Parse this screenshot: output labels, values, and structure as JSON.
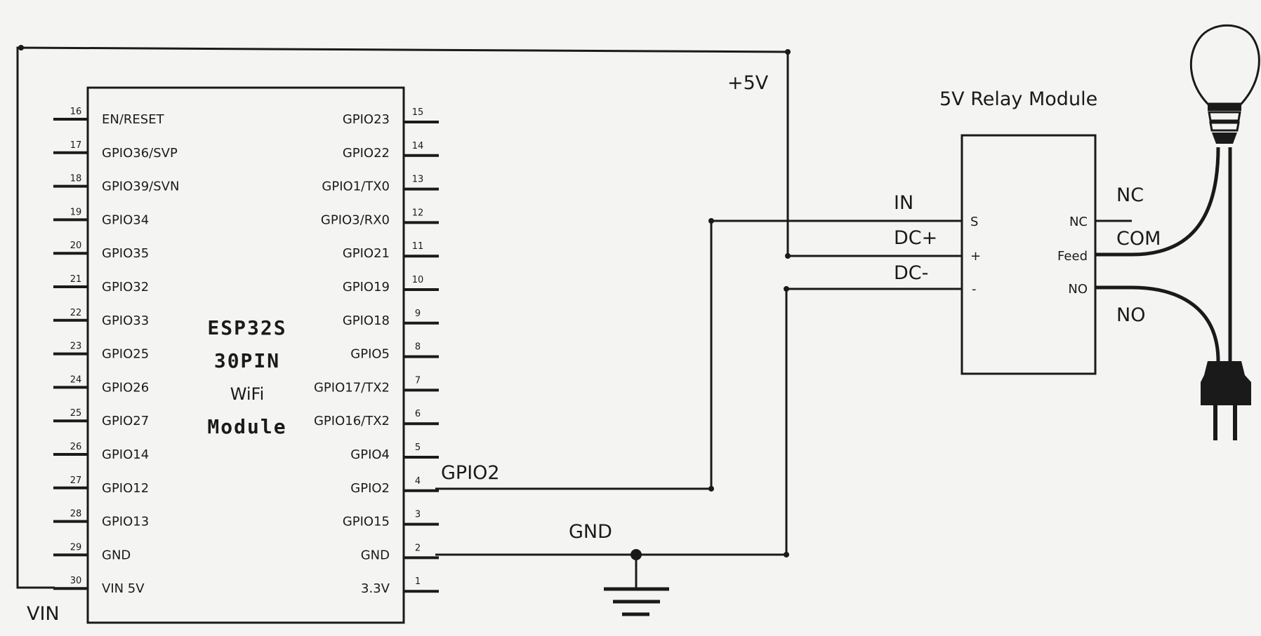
{
  "esp32": {
    "name_line1": "ESP32S",
    "name_line2": "30PIN",
    "name_line3": "WiFi",
    "name_line4": "Module",
    "left_pins": [
      {
        "num": "16",
        "label": "EN/RESET"
      },
      {
        "num": "17",
        "label": "GPIO36/SVP"
      },
      {
        "num": "18",
        "label": "GPIO39/SVN"
      },
      {
        "num": "19",
        "label": "GPIO34"
      },
      {
        "num": "20",
        "label": "GPIO35"
      },
      {
        "num": "21",
        "label": "GPIO32"
      },
      {
        "num": "22",
        "label": "GPIO33"
      },
      {
        "num": "23",
        "label": "GPIO25"
      },
      {
        "num": "24",
        "label": "GPIO26"
      },
      {
        "num": "25",
        "label": "GPIO27"
      },
      {
        "num": "26",
        "label": "GPIO14"
      },
      {
        "num": "27",
        "label": "GPIO12"
      },
      {
        "num": "28",
        "label": "GPIO13"
      },
      {
        "num": "29",
        "label": "GND"
      },
      {
        "num": "30",
        "label": "VIN 5V"
      }
    ],
    "right_pins": [
      {
        "num": "15",
        "label": "GPIO23"
      },
      {
        "num": "14",
        "label": "GPIO22"
      },
      {
        "num": "13",
        "label": "GPIO1/TX0"
      },
      {
        "num": "12",
        "label": "GPIO3/RX0"
      },
      {
        "num": "11",
        "label": "GPIO21"
      },
      {
        "num": "10",
        "label": "GPIO19"
      },
      {
        "num": "9",
        "label": "GPIO18"
      },
      {
        "num": "8",
        "label": "GPIO5"
      },
      {
        "num": "7",
        "label": "GPIO17/TX2"
      },
      {
        "num": "6",
        "label": "GPIO16/TX2"
      },
      {
        "num": "5",
        "label": "GPIO4"
      },
      {
        "num": "4",
        "label": "GPIO2"
      },
      {
        "num": "3",
        "label": "GPIO15"
      },
      {
        "num": "2",
        "label": "GND"
      },
      {
        "num": "1",
        "label": "3.3V"
      }
    ]
  },
  "relay": {
    "title": "5V Relay Module",
    "pin_s": "S",
    "pin_plus": "+",
    "pin_minus": "-",
    "pin_nc": "NC",
    "pin_feed": "Feed",
    "pin_no": "NO"
  },
  "wire_labels": {
    "vin": "VIN",
    "plus5v": "+5V",
    "in": "IN",
    "dc_plus": "DC+",
    "dc_minus": "DC-",
    "gpio2": "GPIO2",
    "gnd": "GND",
    "nc": "NC",
    "com": "COM",
    "no": "NO"
  },
  "icons": {
    "bulb": "light-bulb-icon",
    "plug": "power-plug-icon",
    "ground": "ground-symbol-icon"
  }
}
